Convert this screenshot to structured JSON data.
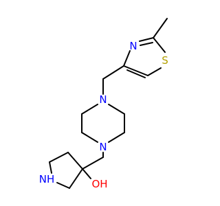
{
  "structure": {
    "atoms": [
      {
        "id": "N_thiazole",
        "symbol": "N",
        "color": "#0000ff"
      },
      {
        "id": "S_thiazole",
        "symbol": "S",
        "color": "#b3a000"
      },
      {
        "id": "N_piperazine_top",
        "symbol": "N",
        "color": "#0000ff"
      },
      {
        "id": "N_piperazine_bottom",
        "symbol": "N",
        "color": "#0000ff"
      },
      {
        "id": "NH_pyrrolidine",
        "symbol": "NH",
        "color": "#0000ff"
      },
      {
        "id": "OH",
        "symbol": "OH",
        "color": "#ff0000"
      }
    ],
    "bond_color": "#000000",
    "background_color": "#ffffff"
  }
}
